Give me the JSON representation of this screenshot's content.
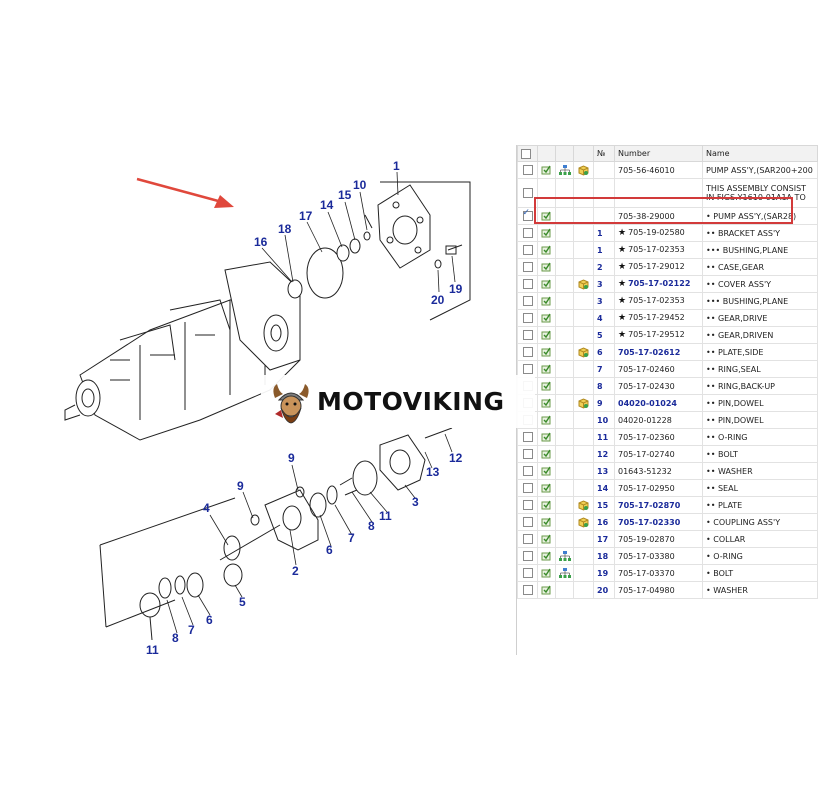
{
  "watermark": {
    "text": "MOTOVIKING"
  },
  "callouts": [
    "1",
    "10",
    "15",
    "14",
    "17",
    "18",
    "16",
    "20",
    "19",
    "9",
    "9",
    "4",
    "2",
    "5",
    "6",
    "7",
    "8",
    "3",
    "11",
    "12",
    "13",
    "6",
    "7",
    "8",
    "11"
  ],
  "table": {
    "headers": {
      "no": "№",
      "number": "Number",
      "name": "Name"
    },
    "rows": [
      {
        "idx": "",
        "number": "705-56-46010",
        "name": "PUMP ASS'Y,(SAR200+200",
        "tree": true,
        "box": true,
        "star": false,
        "link": false,
        "checked": false,
        "tall": false
      },
      {
        "idx": "",
        "number": "",
        "name": "THIS ASSEMBLY CONSIST IN FIGS.Y1610-01A1A TO",
        "tree": false,
        "box": false,
        "star": false,
        "link": false,
        "checked": false,
        "tall": true,
        "noicon": true
      },
      {
        "idx": "",
        "number": "705-38-29000",
        "name": "• PUMP ASS'Y,(SAR28)",
        "tree": false,
        "box": false,
        "star": false,
        "link": false,
        "checked": true,
        "tall": false
      },
      {
        "idx": "1",
        "number": "705-19-02580",
        "name": "•• BRACKET ASS'Y",
        "tree": false,
        "box": false,
        "star": true,
        "link": false,
        "checked": false,
        "tall": false
      },
      {
        "idx": "1",
        "number": "705-17-02353",
        "name": "••• BUSHING,PLANE",
        "tree": false,
        "box": false,
        "star": true,
        "link": false,
        "checked": false,
        "tall": false
      },
      {
        "idx": "2",
        "number": "705-17-29012",
        "name": "•• CASE,GEAR",
        "tree": false,
        "box": false,
        "star": true,
        "link": false,
        "checked": false,
        "tall": false
      },
      {
        "idx": "3",
        "number": "705-17-02122",
        "name": "•• COVER ASS'Y",
        "tree": false,
        "box": true,
        "star": true,
        "link": true,
        "checked": false,
        "tall": false
      },
      {
        "idx": "3",
        "number": "705-17-02353",
        "name": "••• BUSHING,PLANE",
        "tree": false,
        "box": false,
        "star": true,
        "link": false,
        "checked": false,
        "tall": false
      },
      {
        "idx": "4",
        "number": "705-17-29452",
        "name": "•• GEAR,DRIVE",
        "tree": false,
        "box": false,
        "star": true,
        "link": false,
        "checked": false,
        "tall": false
      },
      {
        "idx": "5",
        "number": "705-17-29512",
        "name": "•• GEAR,DRIVEN",
        "tree": false,
        "box": false,
        "star": true,
        "link": false,
        "checked": false,
        "tall": false
      },
      {
        "idx": "6",
        "number": "705-17-02612",
        "name": "•• PLATE,SIDE",
        "tree": false,
        "box": true,
        "star": false,
        "link": true,
        "checked": false,
        "tall": false
      },
      {
        "idx": "7",
        "number": "705-17-02460",
        "name": "•• RING,SEAL",
        "tree": false,
        "box": false,
        "star": false,
        "link": false,
        "checked": false,
        "tall": false
      },
      {
        "idx": "8",
        "number": "705-17-02430",
        "name": "•• RING,BACK-UP",
        "tree": false,
        "box": false,
        "star": false,
        "link": false,
        "checked": false,
        "tall": false
      },
      {
        "idx": "9",
        "number": "04020-01024",
        "name": "•• PIN,DOWEL",
        "tree": false,
        "box": true,
        "star": false,
        "link": true,
        "checked": false,
        "tall": false
      },
      {
        "idx": "10",
        "number": "04020-01228",
        "name": "•• PIN,DOWEL",
        "tree": false,
        "box": false,
        "star": false,
        "link": false,
        "checked": false,
        "tall": false
      },
      {
        "idx": "11",
        "number": "705-17-02360",
        "name": "•• O-RING",
        "tree": false,
        "box": false,
        "star": false,
        "link": false,
        "checked": false,
        "tall": false
      },
      {
        "idx": "12",
        "number": "705-17-02740",
        "name": "•• BOLT",
        "tree": false,
        "box": false,
        "star": false,
        "link": false,
        "checked": false,
        "tall": false
      },
      {
        "idx": "13",
        "number": "01643-51232",
        "name": "•• WASHER",
        "tree": false,
        "box": false,
        "star": false,
        "link": false,
        "checked": false,
        "tall": false
      },
      {
        "idx": "14",
        "number": "705-17-02950",
        "name": "•• SEAL",
        "tree": false,
        "box": false,
        "star": false,
        "link": false,
        "checked": false,
        "tall": false
      },
      {
        "idx": "15",
        "number": "705-17-02870",
        "name": "•• PLATE",
        "tree": false,
        "box": true,
        "star": false,
        "link": true,
        "checked": false,
        "tall": false
      },
      {
        "idx": "16",
        "number": "705-17-02330",
        "name": "• COUPLING ASS'Y",
        "tree": false,
        "box": true,
        "star": false,
        "link": true,
        "checked": false,
        "tall": false
      },
      {
        "idx": "17",
        "number": "705-19-02870",
        "name": "• COLLAR",
        "tree": false,
        "box": false,
        "star": false,
        "link": false,
        "checked": false,
        "tall": false
      },
      {
        "idx": "18",
        "number": "705-17-03380",
        "name": "• O-RING",
        "tree": true,
        "box": false,
        "star": false,
        "link": false,
        "checked": false,
        "tall": false
      },
      {
        "idx": "19",
        "number": "705-17-03370",
        "name": "• BOLT",
        "tree": true,
        "box": false,
        "star": false,
        "link": false,
        "checked": false,
        "tall": false
      },
      {
        "idx": "20",
        "number": "705-17-04980",
        "name": "• WASHER",
        "tree": false,
        "box": false,
        "star": false,
        "link": false,
        "checked": false,
        "tall": false
      }
    ]
  },
  "colors": {
    "callout": "#1a2a9a",
    "highlight": "#d23a3a",
    "arrow": "#e0483c"
  }
}
